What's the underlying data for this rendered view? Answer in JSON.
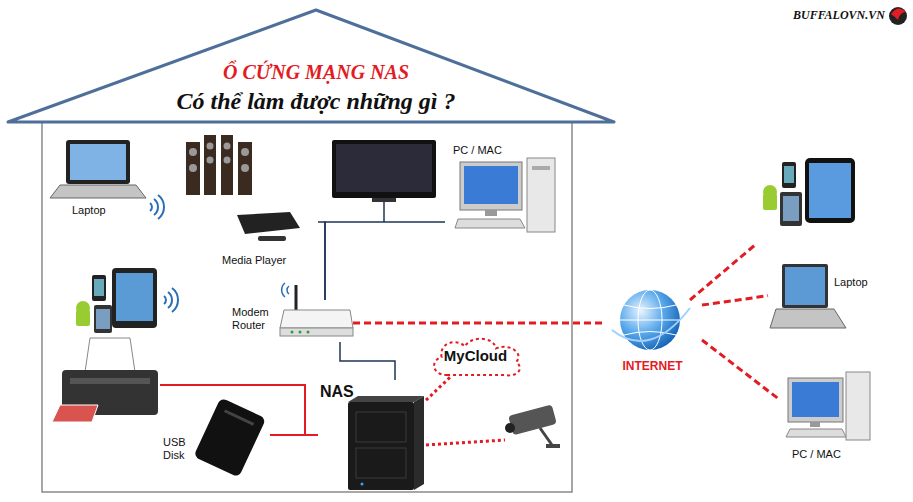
{
  "diagram": {
    "nodes": [
      {
        "text": [
          "Ổ CỨNG MẠNG NAS",
          "Có thể làm được những gì ?"
        ]
      },
      {
        "text": [
          "Laptop"
        ],
        "in": 0
      },
      {
        "text": [
          "Media Player"
        ],
        "in": 0
      },
      {
        "text": [
          "PC / MAC"
        ],
        "in": 0
      },
      {
        "text": [
          "Modem Router"
        ],
        "in": 0
      },
      {
        "text": [
          "MyCloud"
        ],
        "in": 0
      },
      {
        "text": [
          "NAS"
        ],
        "in": 0
      },
      {
        "text": [
          "USB Disk"
        ],
        "in": 0
      },
      {
        "text": [
          "INTERNET"
        ]
      },
      {
        "text": [
          "Laptop"
        ]
      },
      {
        "text": [
          "PC / MAC"
        ]
      }
    ],
    "edges": [
      {
        "from": 2,
        "to": 4,
        "arrow": "none"
      },
      {
        "from": 3,
        "to": 4,
        "arrow": "none"
      },
      {
        "from": 6,
        "to": 4,
        "arrow": "none"
      },
      {
        "from": 6,
        "to": 7,
        "arrow": "none"
      },
      {
        "from": 6,
        "to": 5,
        "arrow": "none"
      },
      {
        "from": 4,
        "to": 8,
        "arrow": "none"
      },
      {
        "from": 8,
        "to": 9,
        "arrow": "none"
      },
      {
        "from": 8,
        "to": 10,
        "arrow": "none"
      }
    ],
    "labels": [
      "BUFFALOVN.VN"
    ]
  }
}
